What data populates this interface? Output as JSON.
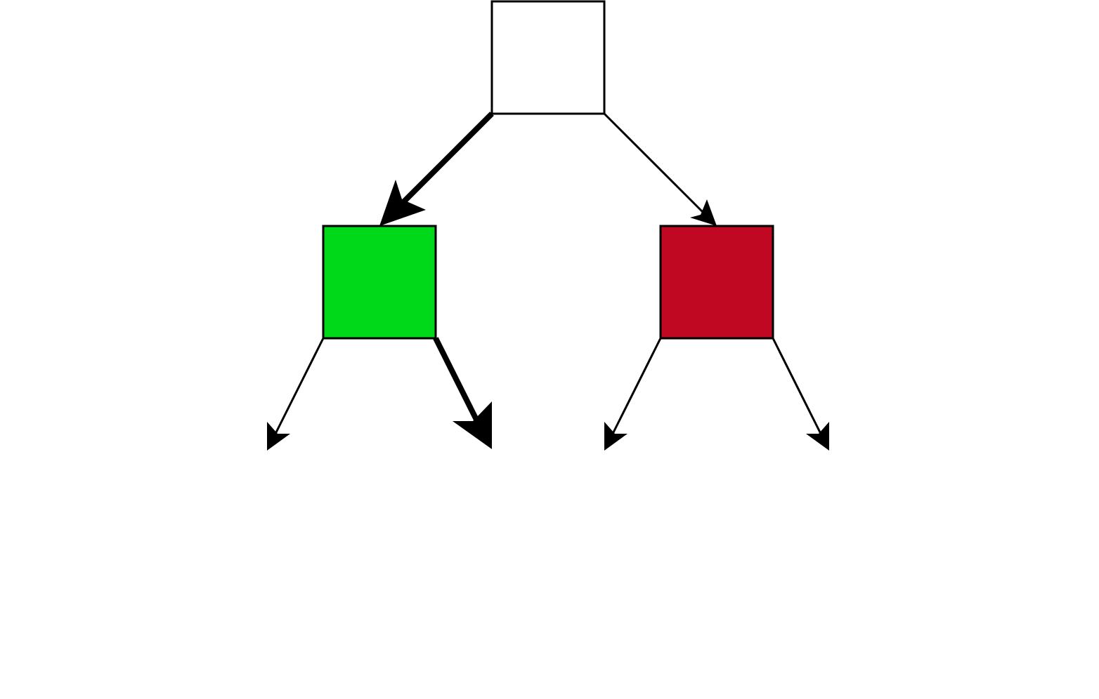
{
  "diagram": {
    "type": "binary-tree",
    "nodes": [
      {
        "id": "root",
        "fill": "#ffffff",
        "label": ""
      },
      {
        "id": "left-child",
        "fill": "#00d81a",
        "label": ""
      },
      {
        "id": "right-child",
        "fill": "#c00823",
        "label": ""
      }
    ],
    "edges": [
      {
        "from": "root",
        "to": "left-child",
        "emphasis": "bold"
      },
      {
        "from": "root",
        "to": "right-child",
        "emphasis": "normal"
      },
      {
        "from": "left-child",
        "to": null,
        "emphasis": "normal"
      },
      {
        "from": "left-child",
        "to": null,
        "emphasis": "bold"
      },
      {
        "from": "right-child",
        "to": null,
        "emphasis": "normal"
      },
      {
        "from": "right-child",
        "to": null,
        "emphasis": "normal"
      }
    ]
  },
  "colors": {
    "stroke": "#000000",
    "background": "#ffffff"
  }
}
